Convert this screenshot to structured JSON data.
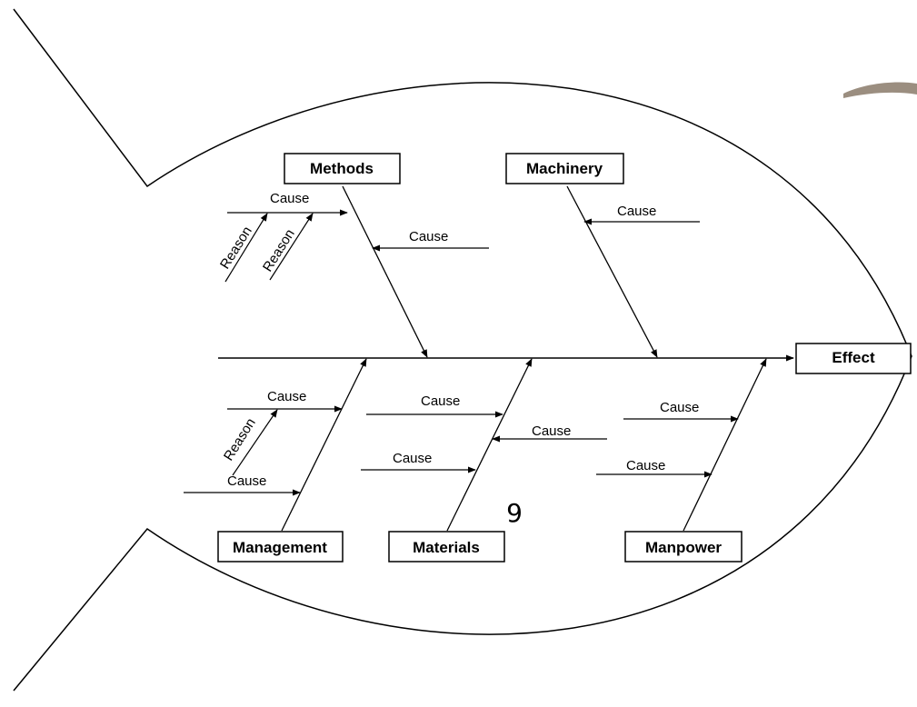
{
  "colors": {
    "stroke": "#000000",
    "background": "#ffffff",
    "box_fill": "#ffffff",
    "fin_decoration": "#9b8e80"
  },
  "effect": {
    "label": "Effect"
  },
  "categories": {
    "methods": "Methods",
    "machinery": "Machinery",
    "management": "Management",
    "materials": "Materials",
    "manpower": "Manpower"
  },
  "causes": {
    "methods_top": "Cause",
    "methods_side": "Cause",
    "machinery": "Cause",
    "management_top": "Cause",
    "management_bottom": "Cause",
    "materials_top": "Cause",
    "materials_middle": "Cause",
    "materials_bottom": "Cause",
    "manpower_top": "Cause",
    "manpower_bottom": "Cause"
  },
  "reasons": {
    "methods_left": "Reason",
    "methods_right": "Reason",
    "management": "Reason"
  },
  "page_number": "9"
}
